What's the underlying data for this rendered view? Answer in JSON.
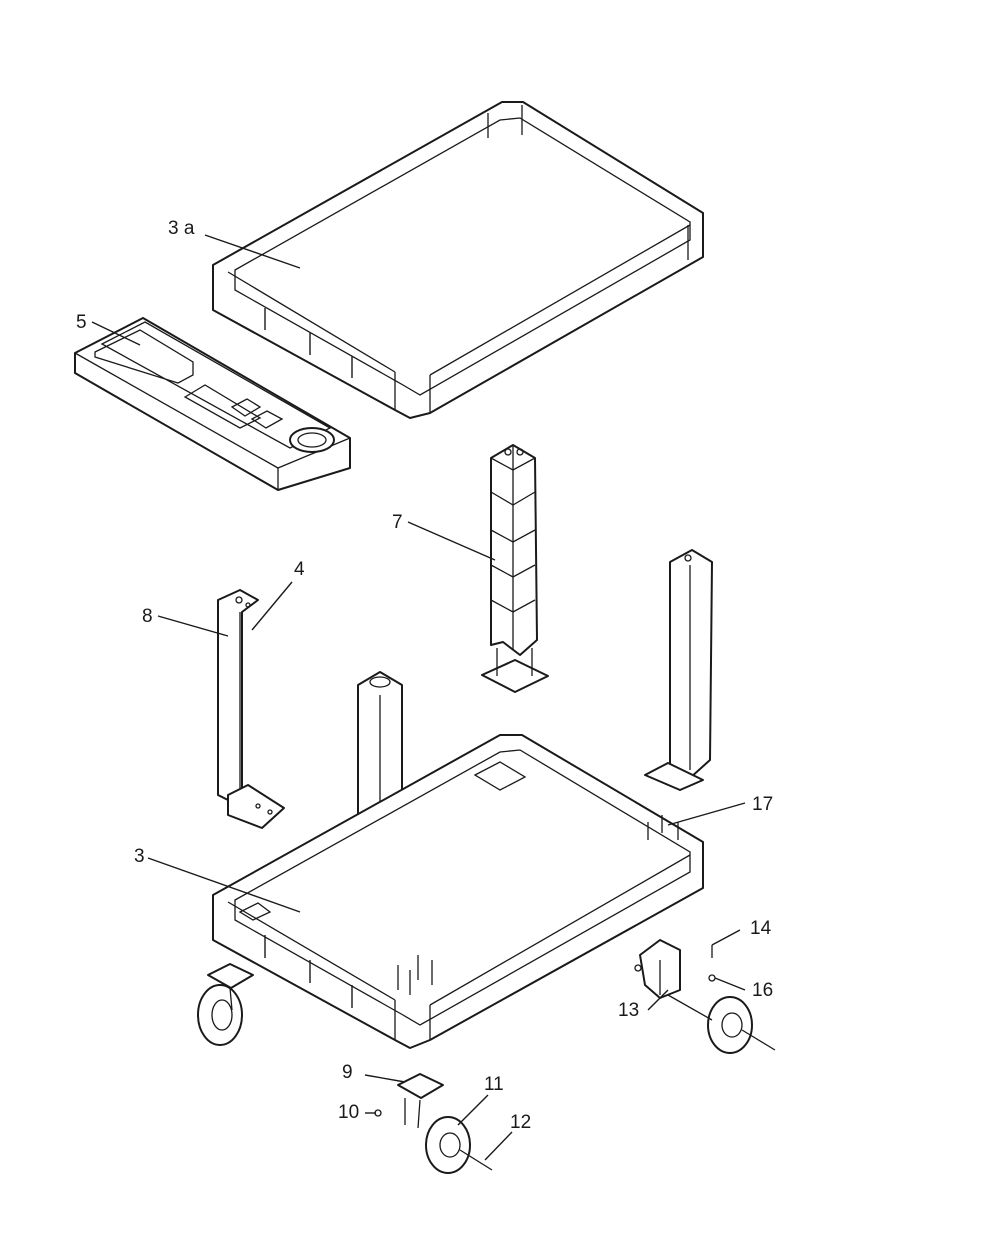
{
  "labels": {
    "tray_upper": "3 a",
    "tray_lower": "3",
    "accessory_insert": "5",
    "cable_column": "7",
    "rear_leg": "8",
    "leg_screw": "4",
    "screws_rear": "17",
    "rigid_bracket": "14",
    "washer": "16",
    "rigid_castor": "13",
    "swivel_plate": "9",
    "nut": "10",
    "wheel": "11",
    "axle_bolt": "12"
  }
}
